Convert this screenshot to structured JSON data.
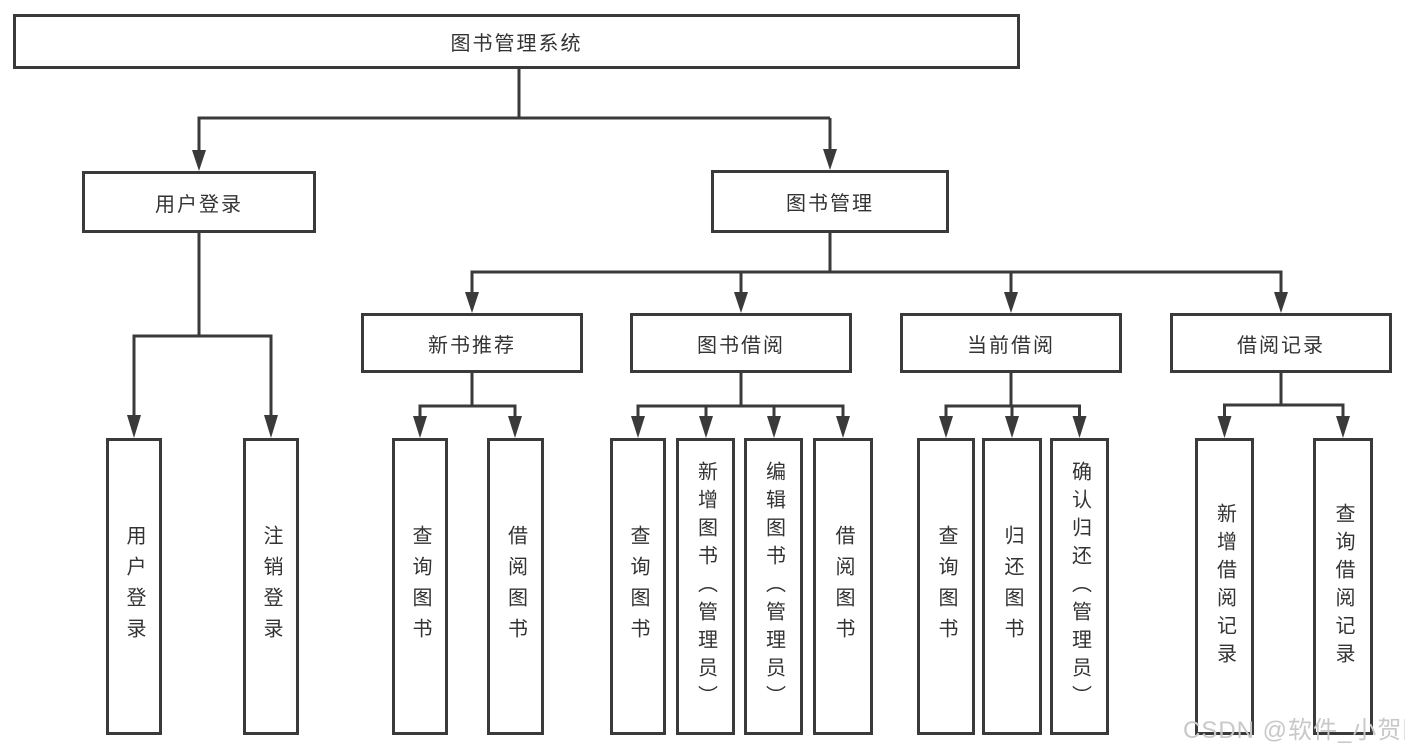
{
  "colors": {
    "line": "#3a3a3a",
    "box_border": "#3a3a3a",
    "text": "#333333",
    "watermark": "#c8c8c8",
    "background": "#ffffff"
  },
  "watermark": {
    "text": "CSDN @软件_小贺同学"
  },
  "tree": {
    "root": {
      "label": "图书管理系统"
    },
    "children": [
      {
        "label": "用户登录",
        "children": [
          {
            "label": "用户登录"
          },
          {
            "label": "注销登录"
          }
        ]
      },
      {
        "label": "图书管理",
        "children": [
          {
            "label": "新书推荐",
            "children": [
              {
                "label": "查询图书"
              },
              {
                "label": "借阅图书"
              }
            ]
          },
          {
            "label": "图书借阅",
            "children": [
              {
                "label": "查询图书"
              },
              {
                "label": "新增图书（管理员）"
              },
              {
                "label": "编辑图书（管理员）"
              },
              {
                "label": "借阅图书"
              }
            ]
          },
          {
            "label": "当前借阅",
            "children": [
              {
                "label": "查询图书"
              },
              {
                "label": "归还图书"
              },
              {
                "label": "确认归还（管理员）"
              }
            ]
          },
          {
            "label": "借阅记录",
            "children": [
              {
                "label": "新增借阅记录"
              },
              {
                "label": "查询借阅记录"
              }
            ]
          }
        ]
      }
    ]
  }
}
